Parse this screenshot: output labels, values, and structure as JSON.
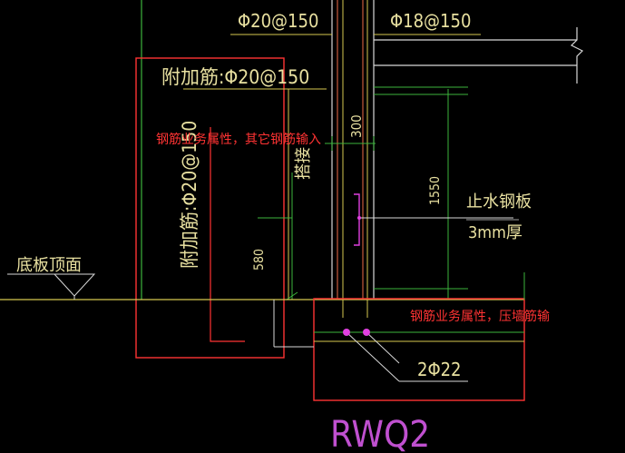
{
  "drawing": {
    "top_left_rebar": "Φ20@150",
    "top_right_rebar": "Φ18@150",
    "additional_bar_horizontal": "附加筋:Φ20@150",
    "additional_bar_vertical": "附加筋:Φ20@150",
    "note_other_rebar": "钢筋业务属性，其它钢筋输入",
    "dim_300": "300",
    "lap_label": "搭接",
    "dim_1550": "1550",
    "waterstop_line1": "止水钢板",
    "waterstop_line2": "3mm厚",
    "floor_top_label": "底板顶面",
    "dim_580": "580",
    "note_pressure_rebar": "钢筋业务属性，压墙筋输",
    "bottom_rebar": "2Φ22",
    "element_id": "RWQ2"
  },
  "colors": {
    "background": "#000000",
    "label_text": "#e8e0a0",
    "note_red": "#ff3333",
    "magenta": "#e040e0",
    "green_line": "#3cb43c",
    "wall_red": "#c85a3c",
    "yellow_line": "#d6c850",
    "white_line": "#d8d8d8"
  }
}
